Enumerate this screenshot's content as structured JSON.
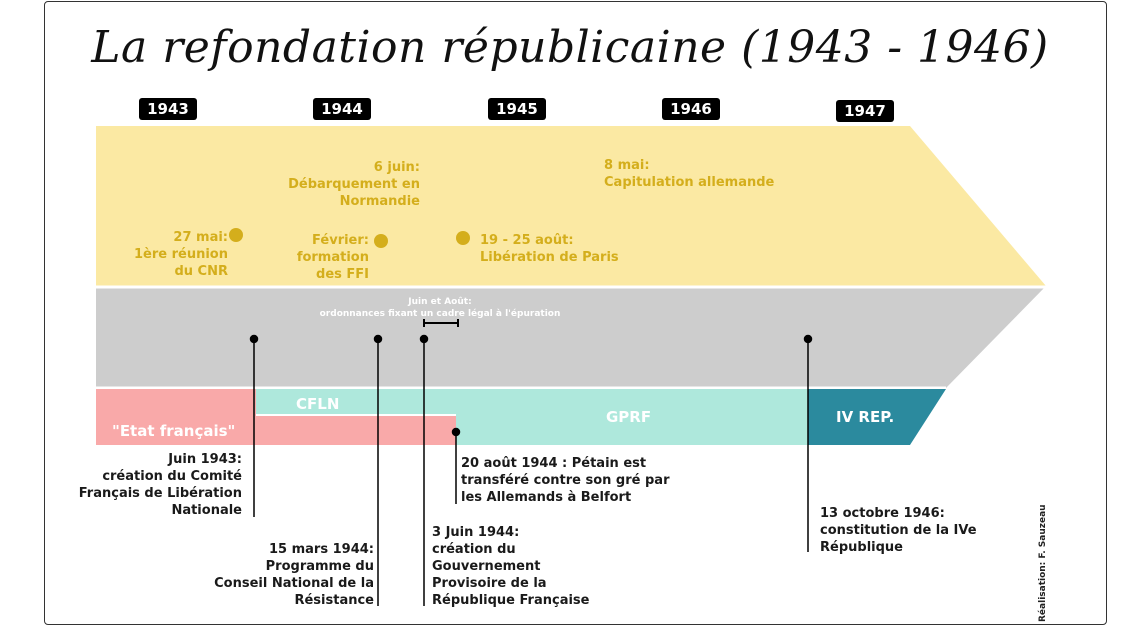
{
  "title": "La refondation républicaine (1943 - 1946)",
  "years": [
    "1943",
    "1944",
    "1945",
    "1946",
    "1947"
  ],
  "events_war": {
    "cnr": "27 mai:\n1ère réunion\ndu CNR",
    "ffi": "Février:\nformation\ndes FFI",
    "debarquement": "6 juin:\nDébarquement en\nNormandie",
    "paris": "19 - 25 août:\nLibération de Paris",
    "capitulation": "8 mai:\nCapitulation allemande"
  },
  "ordonnances": "Juin et Août:\nordonnances fixant un cadre légal à l'épuration",
  "regimes": {
    "etat_francais": "\"Etat français\"",
    "cfln": "CFLN",
    "gprf": "GPRF",
    "ive": "IV REP."
  },
  "annotations": {
    "cfln": "Juin 1943:\ncréation du Comité\nFrançais de Libération\nNationale",
    "cnr_programme": "15 mars 1944:\nProgramme du\nConseil National de la\nRésistance",
    "gprf": "3 Juin 1944:\ncréation du\nGouvernement\nProvisoire de la\nRépublique Française",
    "petain": "20 août 1944 : Pétain est\ntransféré contre son gré par\nles Allemands à Belfort",
    "constitution": "13 octobre 1946:\nconstitution de la IVe\nRépublique"
  },
  "credit": "Réalisation: F. Sauzeau",
  "colors": {
    "war_band": "#fbe9a3",
    "politics_band": "#cdcdcd",
    "etat_francais": "#f9a9a9",
    "gprf": "#aee8dc",
    "ive": "#2b8a9e",
    "event_dot": "#d4ae1c"
  }
}
